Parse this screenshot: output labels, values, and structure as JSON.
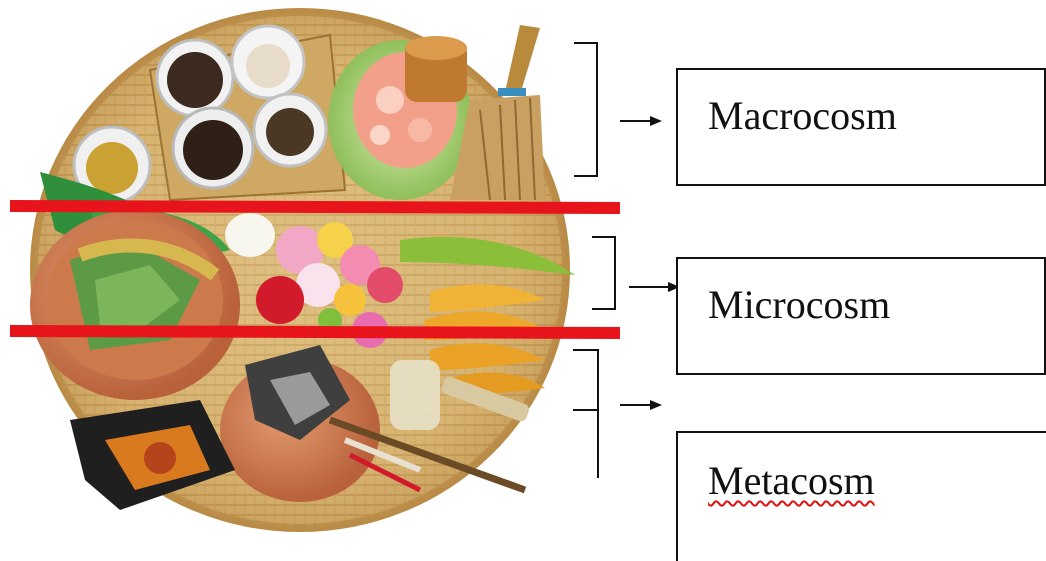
{
  "labels": {
    "macrocosm": "Macrocosm",
    "microcosm": "Microcosm",
    "metacosm": "Metacosm"
  },
  "colors": {
    "divider": "#e8141b",
    "outline": "#111111",
    "spellcheck": "#d11111"
  },
  "image": {
    "subject": "woven-basket-offering",
    "sections": [
      "top",
      "middle",
      "bottom"
    ]
  }
}
